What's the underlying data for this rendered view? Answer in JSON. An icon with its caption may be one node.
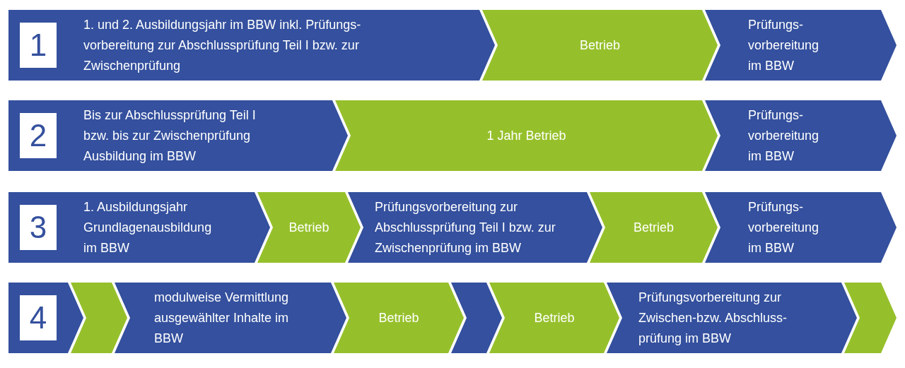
{
  "diagram": {
    "nodes": [
      {
        "text": [
          "1. und 2. Ausbildungsjahr im BBW inkl. Prüfungs- vorbereitung zur Abschlussprüfung Teil I bzw. zur Zwischenprüfung"
        ]
      },
      {
        "text": [
          "1"
        ],
        "in": 0
      },
      {
        "text": [
          "Betrieb"
        ]
      },
      {
        "text": [
          "Prüfungs- vorbereitung im BBW"
        ]
      },
      {
        "text": [
          "Bis zur Abschlussprüfung Teil I bzw. bis zur Zwischenprüfung Ausbildung im BBW"
        ]
      },
      {
        "text": [
          "2"
        ],
        "in": 4
      },
      {
        "text": [
          "1 Jahr Betrieb"
        ]
      },
      {
        "text": [
          "Prüfungs- vorbereitung im BBW"
        ]
      },
      {
        "text": [
          "1. Ausbildungsjahr Grundlagenausbildung im BBW"
        ]
      },
      {
        "text": [
          "3"
        ],
        "in": 8
      },
      {
        "text": [
          "Betrieb"
        ]
      },
      {
        "text": [
          "Prüfungsvorbereitung zur Abschlussprüfung Teil I bzw. zur Zwischenprüfung im BBW"
        ]
      },
      {
        "text": [
          "Betrieb"
        ]
      },
      {
        "text": [
          "Prüfungs- vorbereitung im BBW"
        ]
      },
      {
        "text": [],
        "shape": "arrow"
      },
      {
        "text": [
          "4"
        ],
        "in": 14
      },
      {
        "text": [],
        "shape": "arrow"
      },
      {
        "text": [
          "modulweise Vermittlung ausgewählter Inhalte im BBW"
        ]
      },
      {
        "text": [
          "Betrieb"
        ]
      },
      {
        "text": [],
        "shape": "arrow"
      },
      {
        "text": [
          "Betrieb"
        ]
      },
      {
        "text": [
          "Prüfungsvorbereitung zur Zwischen-bzw. Abschluss- prüfung im BBW"
        ]
      },
      {
        "text": [],
        "shape": "arrow"
      }
    ]
  }
}
